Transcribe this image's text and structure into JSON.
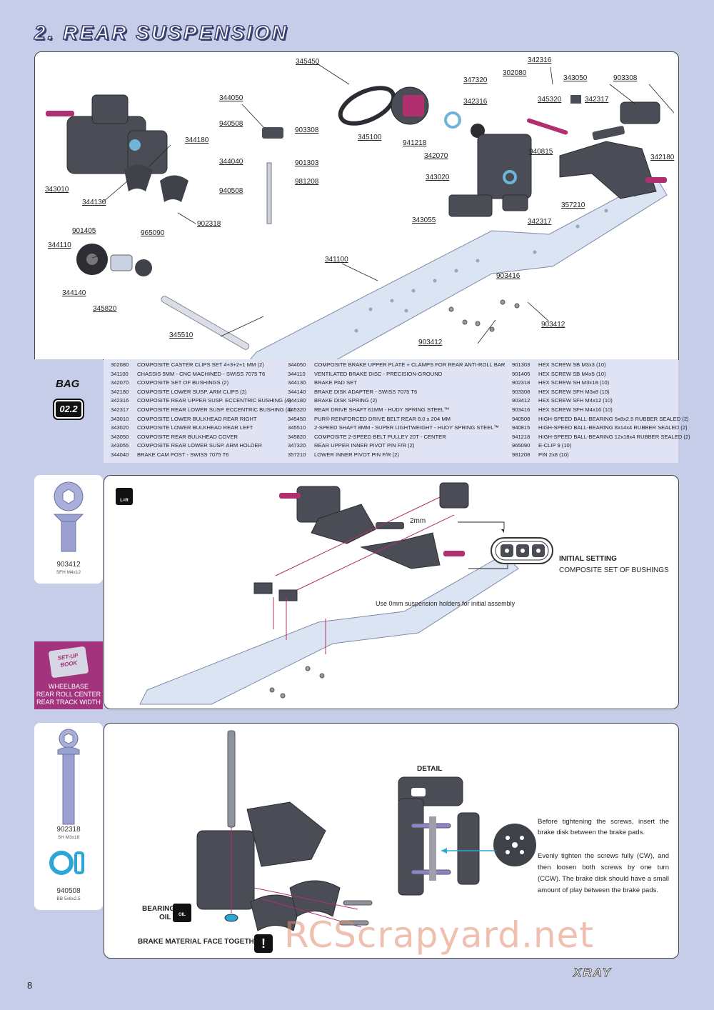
{
  "page_title": "2. REAR SUSPENSION",
  "page_number": "8",
  "brand": "XRAY",
  "watermark": "RCScrapyard.net",
  "exploded_view_labels": [
    "345450",
    "342316",
    "302080",
    "347320",
    "343050",
    "903308",
    "344050",
    "342316",
    "345320",
    "342317",
    "940508",
    "903308",
    "345100",
    "941218",
    "344180",
    "901303",
    "342070",
    "940815",
    "342180",
    "344040",
    "981208",
    "343020",
    "940508",
    "343010",
    "344130",
    "357210",
    "902318",
    "343055",
    "342317",
    "901405",
    "965090",
    "344110",
    "341100",
    "903416",
    "344140",
    "345820",
    "903412",
    "345510",
    "903412"
  ],
  "bag": {
    "label": "BAG",
    "number": "02.2"
  },
  "parts_list": {
    "col1": [
      {
        "code": "302080",
        "desc": "COMPOSITE CASTER CLIPS SET 4+3+2+1 MM (2)"
      },
      {
        "code": "341100",
        "desc": "CHASSIS 5MM - CNC MACHINED - SWISS 7075 T6"
      },
      {
        "code": "342070",
        "desc": "COMPOSITE SET OF BUSHINGS (2)"
      },
      {
        "code": "342180",
        "desc": "COMPOSITE LOWER SUSP. ARM CLIPS (2)"
      },
      {
        "code": "342316",
        "desc": "COMPOSITE REAR UPPER SUSP. ECCENTRIC BUSHING (4)"
      },
      {
        "code": "342317",
        "desc": "COMPOSITE REAR LOWER SUSP. ECCENTRIC BUSHING (4)"
      },
      {
        "code": "343010",
        "desc": "COMPOSITE LOWER BULKHEAD REAR RIGHT"
      },
      {
        "code": "343020",
        "desc": "COMPOSITE LOWER BULKHEAD REAR LEFT"
      },
      {
        "code": "343050",
        "desc": "COMPOSITE REAR BULKHEAD COVER"
      },
      {
        "code": "343055",
        "desc": "COMPOSITE REAR LOWER SUSP. ARM HOLDER"
      },
      {
        "code": "344040",
        "desc": "BRAKE CAM POST - SWISS 7075 T6"
      }
    ],
    "col2": [
      {
        "code": "344050",
        "desc": "COMPOSITE BRAKE UPPER PLATE + CLAMPS FOR REAR ANTI-ROLL BAR"
      },
      {
        "code": "344110",
        "desc": "VENTILATED BRAKE DISC - PRECISION-GROUND"
      },
      {
        "code": "344130",
        "desc": "BRAKE PAD SET"
      },
      {
        "code": "344140",
        "desc": "BRAKE DISK ADAPTER - SWISS 7075 T6"
      },
      {
        "code": "344180",
        "desc": "BRAKE DISK SPRING (2)"
      },
      {
        "code": "345320",
        "desc": "REAR DRIVE SHAFT 61MM - HUDY SPRING STEEL™"
      },
      {
        "code": "345450",
        "desc": "PUR® REINFORCED DRIVE BELT REAR 8.0 x 204 MM"
      },
      {
        "code": "345510",
        "desc": "2-SPEED SHAFT 8MM - SUPER LIGHTWEIGHT - HUDY SPRING STEEL™"
      },
      {
        "code": "345820",
        "desc": "COMPOSITE 2-SPEED BELT PULLEY 20T - CENTER"
      },
      {
        "code": "347320",
        "desc": "REAR UPPER INNER PIVOT PIN F/R (2)"
      },
      {
        "code": "357210",
        "desc": "LOWER INNER PIVOT PIN F/R (2)"
      }
    ],
    "col3": [
      {
        "code": "901303",
        "desc": "HEX SCREW SB M3x3  (10)"
      },
      {
        "code": "901405",
        "desc": "HEX SCREW SB M4x5  (10)"
      },
      {
        "code": "902318",
        "desc": "HEX SCREW SH M3x18  (10)"
      },
      {
        "code": "903308",
        "desc": "HEX SCREW SFH M3x8  (10)"
      },
      {
        "code": "903412",
        "desc": "HEX SCREW SFH M4x12  (10)"
      },
      {
        "code": "903416",
        "desc": "HEX SCREW SFH M4x16  (10)"
      },
      {
        "code": "940508",
        "desc": "HIGH-SPEED BALL-BEARING 5x8x2.5 RUBBER SEALED  (2)"
      },
      {
        "code": "940815",
        "desc": "HIGH-SPEED BALL-BEARING 8x14x4 RUBBER SEALED  (2)"
      },
      {
        "code": "941218",
        "desc": "HIGH-SPEED BALL-BEARING 12x18x4 RUBBER SEALED  (2)"
      },
      {
        "code": "965090",
        "desc": "E-CLIP 9  (10)"
      },
      {
        "code": "981208",
        "desc": "PIN 2x8  (10)"
      }
    ]
  },
  "step1": {
    "side_part": {
      "code": "903412",
      "sub": "SFH M4x12"
    },
    "lr_icon": "L=R",
    "label_2mm": "2mm",
    "note": "Use 0mm suspension holders for initial assembly",
    "initial_setting": "INITIAL SETTING",
    "bushings": "COMPOSITE SET OF BUSHINGS",
    "setup_book": {
      "title": "SET-UP BOOK",
      "lines": [
        "WHEELBASE",
        "REAR ROLL CENTER",
        "REAR TRACK WIDTH"
      ]
    }
  },
  "step2": {
    "side_parts": [
      {
        "code": "902318",
        "sub": "SH M3x18"
      },
      {
        "code": "940508",
        "sub": "BB 5x8x2.5"
      }
    ],
    "detail_label": "DETAIL",
    "instr_1": "Before tightening the screws, insert the brake disk between the brake pads.",
    "instr_2": "Evenly tighten the screws fully (CW), and then loosen both screws by one turn (CCW). The brake disk should have a small amount of play between the brake pads.",
    "bearing_oil": "BEARING",
    "oil_2": "OIL",
    "oil_icon": "OIL",
    "brake_warning": "BRAKE MATERIAL FACE TOGETHER",
    "warning_icon": "!"
  },
  "colors": {
    "background": "#c6cde8",
    "accent": "#a4337e",
    "part": "#4a4d55",
    "highlight": "#b0306f"
  }
}
